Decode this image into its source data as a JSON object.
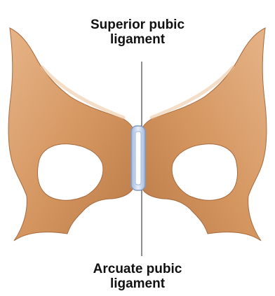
{
  "labels": {
    "superior": {
      "line1": "Superior pubic",
      "line2": "ligament"
    },
    "arcuate": {
      "line1": "Arcuate pubic",
      "line2": "ligament"
    }
  },
  "colors": {
    "bone": "#d79a68",
    "bone_shadow": "#a96a3d",
    "bone_highlight": "#ecc29a",
    "ligament": "#b9cbe6",
    "ligament_edge": "#7f99c2",
    "leader_line": "#222222"
  }
}
